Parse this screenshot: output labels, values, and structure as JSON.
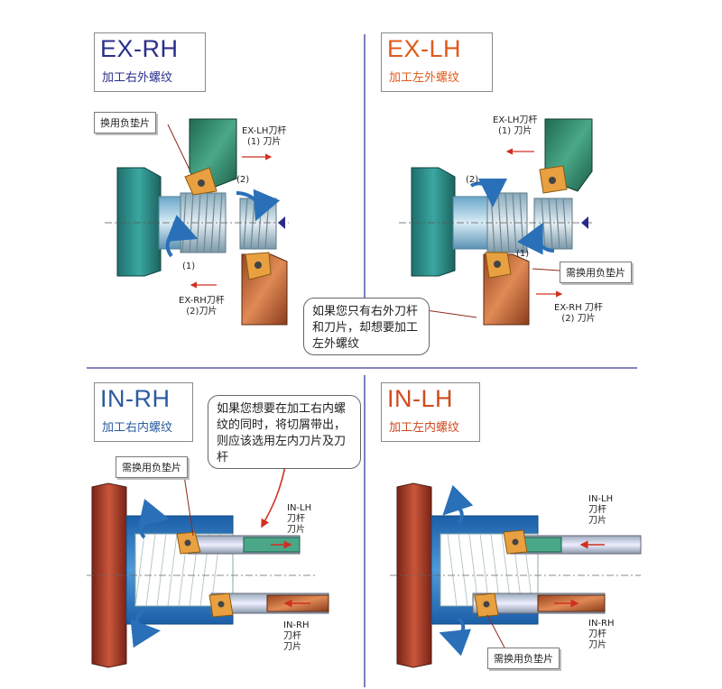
{
  "colors": {
    "ex_rh_title": "#2b2f8a",
    "ex_lh_title": "#e05a1c",
    "in_rh_title": "#2b5aa0",
    "in_lh_title": "#d04a1e",
    "divider": "#3a3a9a",
    "holder_green": "#2d8a6a",
    "holder_orange": "#c0602a",
    "insert_orange": "#e8a040",
    "chuck_teal": "#2a8a86",
    "chuck_red": "#b0402a",
    "bore_blue": "#1e6fb8",
    "arrow_red": "#d03020"
  },
  "panels": {
    "ex_rh": {
      "title": "EX-RH",
      "subtitle": "加工右外螺纹"
    },
    "ex_lh": {
      "title": "EX-LH",
      "subtitle": "加工左外螺纹"
    },
    "in_rh": {
      "title": "IN-RH",
      "subtitle": "加工右内螺纹"
    },
    "in_lh": {
      "title": "IN-LH",
      "subtitle": "加工左内螺纹"
    }
  },
  "notes": {
    "ex_rh_shim": "换用负垫片",
    "ex_lh_shim": "需换用负垫片",
    "in_rh_shim": "需换用负垫片",
    "in_lh_shim": "需换用负垫片"
  },
  "bubbles": {
    "middle": "如果您只有右外刀杆和刀片，却想要加工左外螺纹",
    "in_rh": "如果您想要在加工右内螺纹的同时，将切屑带出，则应该选用左内刀片及刀杆"
  },
  "labels": {
    "ex_rh_top": [
      "EX-LH刀杆",
      "(1) 刀片"
    ],
    "ex_rh_bottom": [
      "EX-RH刀杆",
      "(2)刀片"
    ],
    "ex_lh_top": [
      "EX-LH刀杆",
      "(1) 刀片"
    ],
    "ex_lh_bottom": [
      "EX-RH 刀杆",
      "(2) 刀片"
    ],
    "in_rh_top": [
      "IN-LH",
      "刀杆",
      "刀片"
    ],
    "in_rh_bottom": [
      "IN-RH",
      "刀杆",
      "刀片"
    ],
    "in_lh_top": [
      "IN-LH",
      "刀杆",
      "刀片"
    ],
    "in_lh_bottom": [
      "IN-RH",
      "刀杆",
      "刀片"
    ]
  },
  "markers": {
    "one": "(1)",
    "two": "(2)"
  }
}
